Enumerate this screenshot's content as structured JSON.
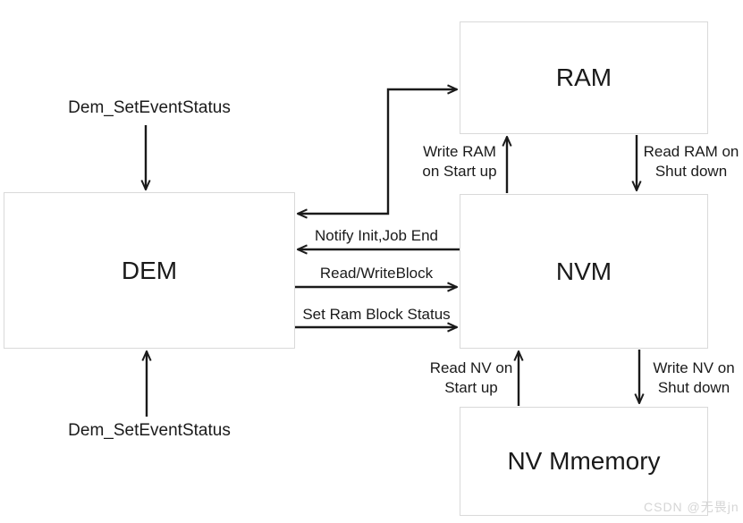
{
  "diagram": {
    "boxes": {
      "dem": {
        "label": "DEM"
      },
      "ram": {
        "label": "RAM"
      },
      "nvm": {
        "label": "NVM"
      },
      "nv_memory": {
        "label": "NV Mmemory"
      }
    },
    "arrow_labels": {
      "dem_set_event_status_top": "Dem_SetEventStatus",
      "dem_set_event_status_bottom": "Dem_SetEventStatus",
      "notify_init_job_end": "Notify Init,Job End",
      "read_write_block": "Read/WriteBlock",
      "set_ram_block_status": "Set Ram Block Status",
      "write_ram": {
        "line1": "Write RAM",
        "line2": "on Start up"
      },
      "read_ram": {
        "line1": "Read RAM on",
        "line2": "Shut down"
      },
      "read_nv": {
        "line1": "Read NV on",
        "line2": "Start up"
      },
      "write_nv": {
        "line1": "Write NV on",
        "line2": "Shut down"
      }
    },
    "watermark": "CSDN @无畏jn",
    "colors": {
      "background": "#ffffff",
      "box_border": "#d9d9d9",
      "arrow": "#1a1a1a",
      "text": "#1a1a1a",
      "watermark": "#d5d5d5"
    }
  }
}
